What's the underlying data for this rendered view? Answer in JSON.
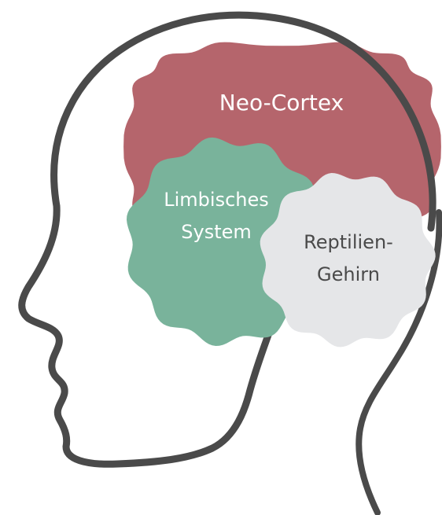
{
  "colors": {
    "head_outline": "#4a4a4a",
    "neo_cortex": "#b5656c",
    "limbic": "#79b39b",
    "reptilian": "#e5e6e8",
    "label_light": "#ffffff",
    "label_dark": "#4a4a4a"
  },
  "regions": {
    "neo_cortex": {
      "label": "Neo-Cortex"
    },
    "limbic": {
      "line1": "Limbisches",
      "line2": "System"
    },
    "reptilian": {
      "line1": "Reptilien-",
      "line2": "Gehirn"
    }
  }
}
